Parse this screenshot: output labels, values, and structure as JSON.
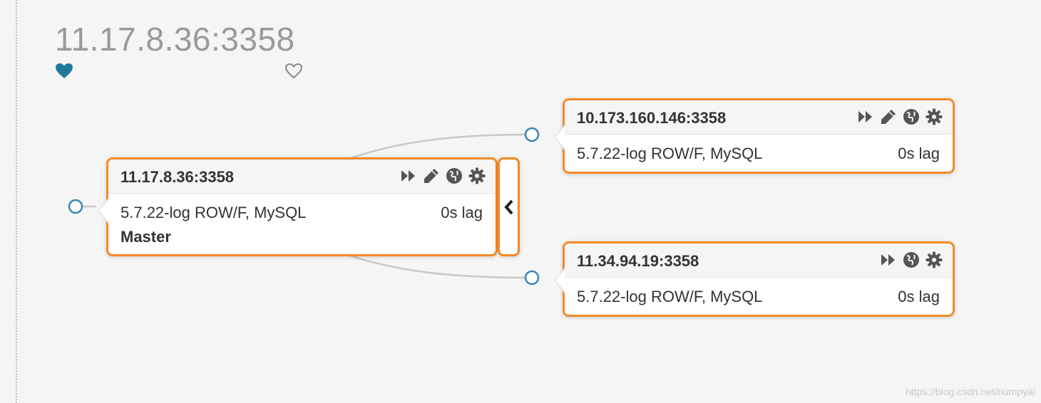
{
  "cluster": {
    "title": "11.17.8.36:3358"
  },
  "icons": {
    "favorite_filled": "heart-filled-icon",
    "favorite_outline": "heart-outline-icon",
    "accent_color": "#1f7a99",
    "outline_color": "#888888"
  },
  "nodes": {
    "master": {
      "host": "11.17.8.36:3358",
      "version": "5.7.22-log ROW/F, MySQL",
      "lag": "0s lag",
      "role": "Master"
    },
    "replica1": {
      "host": "10.173.160.146:3358",
      "version": "5.7.22-log ROW/F, MySQL",
      "lag": "0s lag"
    },
    "replica2": {
      "host": "11.34.94.19:3358",
      "version": "5.7.22-log ROW/F, MySQL",
      "lag": "0s lag"
    }
  },
  "colors": {
    "node_border": "#f68a26",
    "link_line": "#c8c8c8",
    "connector_ring": "#3a86b0",
    "icon_gray": "#555555"
  },
  "watermark": "https://blog.csdn.net/numpyai"
}
